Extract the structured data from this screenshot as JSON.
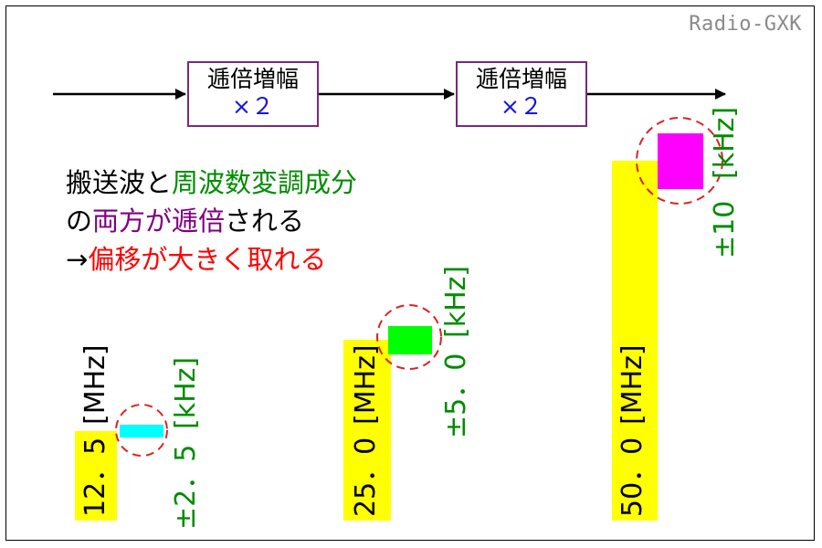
{
  "brand": "Radio-GXK",
  "chain": {
    "blocks": [
      {
        "title": "逓倍増幅",
        "factor": "×２"
      },
      {
        "title": "逓倍増幅",
        "factor": "×２"
      }
    ]
  },
  "message": {
    "line1": {
      "a": "搬送波と",
      "b": "周波数変調成分"
    },
    "line2": {
      "a": "の",
      "b": "両方が逓倍",
      "c": "される"
    },
    "line3": {
      "a": "→",
      "b": "偏移が大きく取れる"
    }
  },
  "stages": [
    {
      "carrier": "12．5",
      "carrier_unit": "[MHz]",
      "deviation": "±2．5",
      "dev_unit": "[kHz]",
      "mod_color": "#00ffff"
    },
    {
      "carrier": "25．0",
      "carrier_unit": "[MHz]",
      "deviation": "±5．0",
      "dev_unit": "[kHz]",
      "mod_color": "#00ff00"
    },
    {
      "carrier": "50．0",
      "carrier_unit": "[MHz]",
      "deviation": "±10",
      "dev_unit": "[kHz]",
      "mod_color": "#ff00ff"
    }
  ],
  "colors": {
    "carrier_bar": "#ffff00",
    "circle": "#e02020",
    "box_border": "#7a2a7a",
    "factor_text": "#1414e6"
  }
}
